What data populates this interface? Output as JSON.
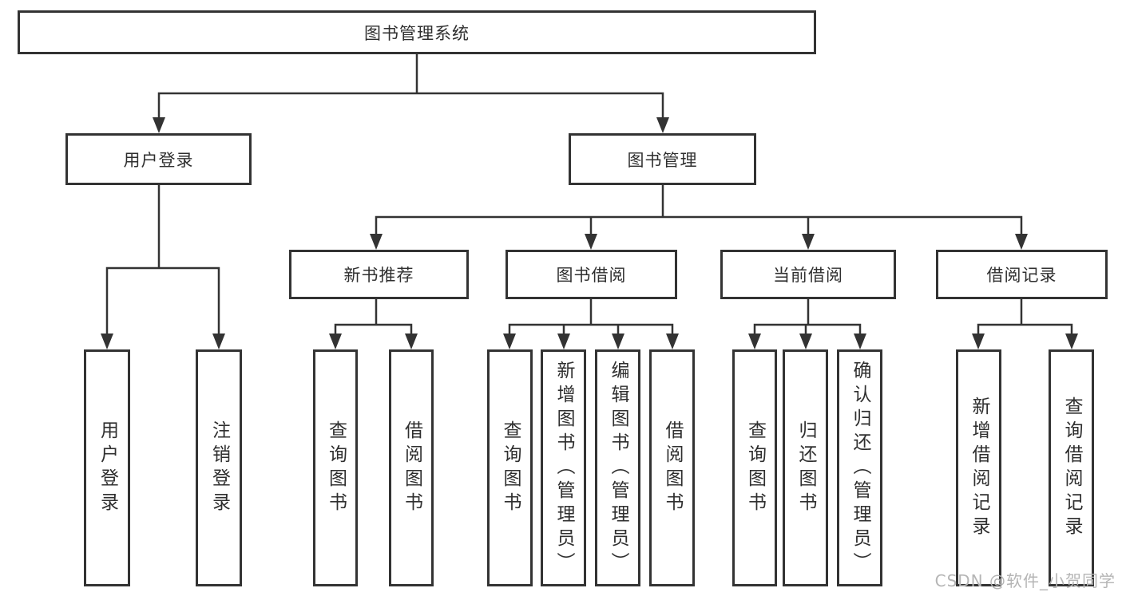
{
  "colors": {
    "line": "#333333",
    "text": "#2f2f2f",
    "box_background": "#ffffff",
    "watermark": "#b5b5b5"
  },
  "tree": {
    "root": "图书管理系统",
    "level2": {
      "user_login": "用户登录",
      "book_management": "图书管理"
    },
    "level3": {
      "new_books": "新书推荐",
      "book_borrowing": "图书借阅",
      "current_borrowing": "当前借阅",
      "borrow_records": "借阅记录"
    },
    "leaves": {
      "user_login": [
        "用户登录",
        "注销登录"
      ],
      "new_books": [
        "查询图书",
        "借阅图书"
      ],
      "book_borrowing": [
        "查询图书",
        "新增图书（管理员）",
        "编辑图书（管理员）",
        "借阅图书"
      ],
      "current_borrowing": [
        "查询图书",
        "归还图书",
        "确认归还（管理员）"
      ],
      "borrow_records": [
        "新增借阅记录",
        "查询借阅记录"
      ]
    }
  },
  "watermark": "CSDN @软件_小贺同学"
}
